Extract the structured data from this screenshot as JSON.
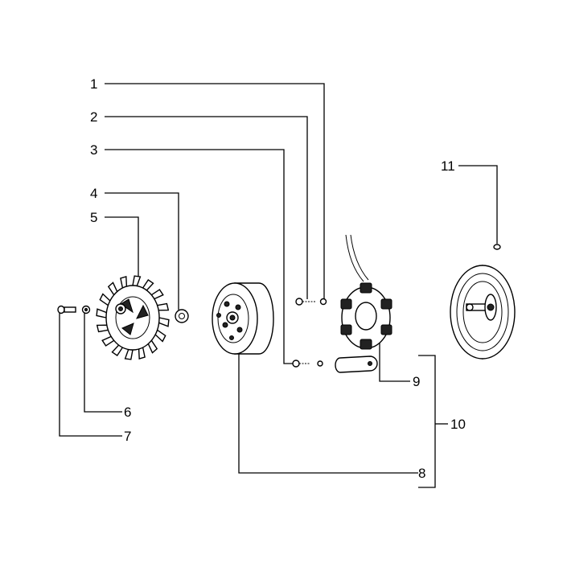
{
  "callouts": {
    "c1": "1",
    "c2": "2",
    "c3": "3",
    "c4": "4",
    "c5": "5",
    "c6": "6",
    "c7": "7",
    "c8": "8",
    "c9": "9",
    "c10": "10",
    "c11": "11"
  },
  "colors": {
    "ink": "#000000",
    "background": "#ffffff"
  }
}
